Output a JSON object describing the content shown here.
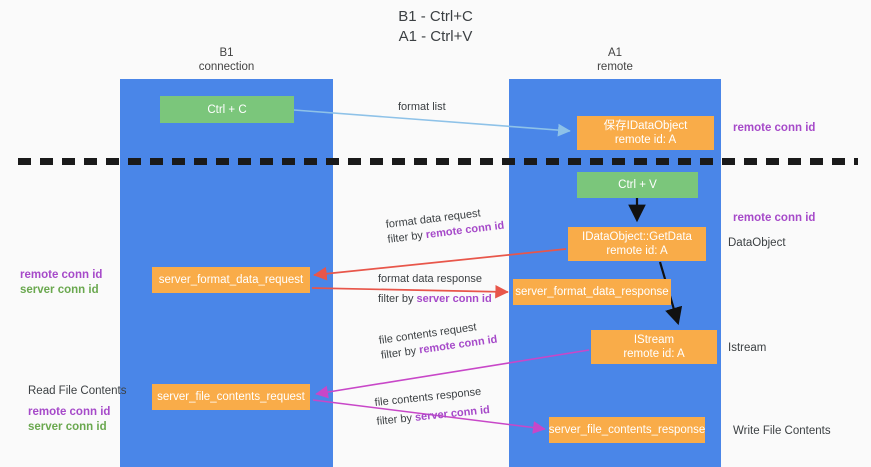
{
  "title": {
    "line1": "B1 - Ctrl+C",
    "line2": "A1 - Ctrl+V"
  },
  "lanes": [
    {
      "name": "B1",
      "sub": "connection"
    },
    {
      "name": "A1",
      "sub": "remote"
    }
  ],
  "boxes": {
    "ctrl_c": {
      "label": "Ctrl + C",
      "color": "#7bc67b"
    },
    "save_dataobject": {
      "label": "保存IDataObject",
      "sub": "remote id: A",
      "color": "#f9ac49"
    },
    "ctrl_v": {
      "label": "Ctrl + V",
      "color": "#7bc67b"
    },
    "getdata": {
      "label": "IDataObject::GetData",
      "sub": "remote id: A",
      "color": "#f9ac49"
    },
    "server_format_data_request": {
      "label": "server_format_data_request",
      "color": "#f9ac49"
    },
    "server_format_data_response": {
      "label": "server_format_data_response",
      "color": "#f9ac49"
    },
    "istream": {
      "label": "IStream",
      "sub": "remote id: A",
      "color": "#f9ac49"
    },
    "server_file_contents_request": {
      "label": "server_file_contents_request",
      "color": "#f9ac49"
    },
    "server_file_contents_response": {
      "label": "server_file_contents_response",
      "color": "#f9ac49"
    }
  },
  "edges": {
    "format_list": {
      "label": "format list"
    },
    "format_data_request": {
      "line1": "format data request",
      "filter_prefix": "filter by ",
      "filter_key": "remote conn id"
    },
    "format_data_response": {
      "line1": "format data response",
      "filter_prefix": "filter by ",
      "filter_key": "server conn id"
    },
    "file_contents_request": {
      "line1": "file contents request",
      "filter_prefix": "filter by ",
      "filter_key": "remote conn id"
    },
    "file_contents_response": {
      "line1": "file contents response",
      "filter_prefix": "filter by ",
      "filter_key": "server conn id"
    }
  },
  "annotations": {
    "right_top_remote": "remote conn id",
    "right_mid_remote": "remote conn id",
    "right_dataobject": "DataObject",
    "right_istream": "Istream",
    "right_write_file": "Write File Contents",
    "left_mid": {
      "remote": "remote conn id",
      "server": "server conn id"
    },
    "left_read_file": {
      "title": "Read File Contents",
      "remote": "remote conn id",
      "server": "server conn id"
    }
  },
  "colors": {
    "lane": "#4a86e8",
    "green_box": "#7bc67b",
    "orange_box": "#f9ac49",
    "purple_text": "#a64ac9",
    "green_text": "#6aa84f",
    "red_arrow": "#e8564a",
    "magenta_arrow": "#c847c8",
    "blue_arrow": "#8ec2e8",
    "black_arrow": "#000000",
    "background": "#fafafa"
  }
}
